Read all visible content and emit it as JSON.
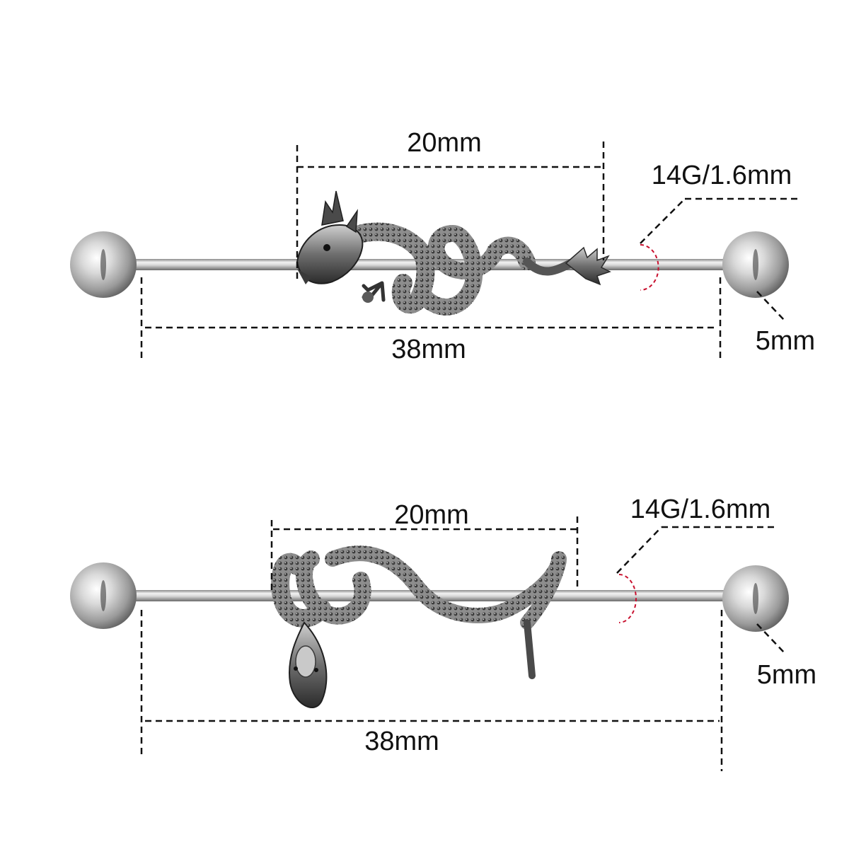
{
  "product_1": {
    "name": "dragon-industrial-barbell",
    "ornament_length": "20mm",
    "gauge": "14G/1.6mm",
    "bar_length": "38mm",
    "ball_size": "5mm"
  },
  "product_2": {
    "name": "snake-industrial-barbell",
    "ornament_length": "20mm",
    "gauge": "14G/1.6mm",
    "bar_length": "38mm",
    "ball_size": "5mm"
  },
  "colors": {
    "metal_light": "#e8e8e8",
    "metal_dark": "#6f6f6f",
    "ornament_dark": "#2e2e2e",
    "dimension_line": "#111111",
    "gauge_marker": "#c8102e"
  }
}
